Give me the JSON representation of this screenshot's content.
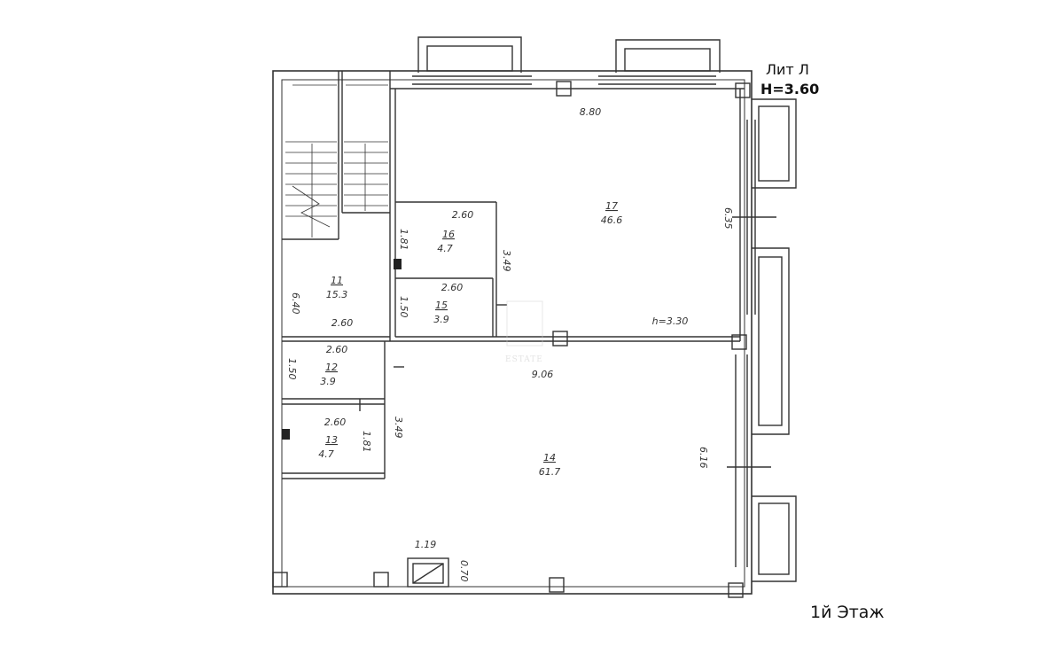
{
  "title": {
    "lit": "Лит Л",
    "height": "H=3.60"
  },
  "floor_label": "1й Этаж",
  "watermark": "ESTATE",
  "rooms": [
    {
      "id": "room-11",
      "number": "11",
      "area": "15.3"
    },
    {
      "id": "room-12",
      "number": "12",
      "area": "3.9"
    },
    {
      "id": "room-13",
      "number": "13",
      "area": "4.7"
    },
    {
      "id": "room-14",
      "number": "14",
      "area": "61.7"
    },
    {
      "id": "room-15",
      "number": "15",
      "area": "3.9"
    },
    {
      "id": "room-16",
      "number": "16",
      "area": "4.7"
    },
    {
      "id": "room-17",
      "number": "17",
      "area": "46.6"
    }
  ],
  "dimensions": {
    "top_width": "8.80",
    "right_upper": "6.35",
    "room16_width": "2.60",
    "room16_height": "1.81",
    "rooms1516_height": "3.49",
    "room15_width": "2.60",
    "room15_height": "1.50",
    "room11_height": "6.40",
    "room11_width": "2.60",
    "ceiling_height": "h=3.30",
    "room12_width": "2.60",
    "room12_height": "1.50",
    "mid_width": "9.06",
    "room13_width": "2.60",
    "rooms1213_height": "3.49",
    "room13_height": "1.81",
    "right_lower": "6.16",
    "shaft_width": "1.19",
    "shaft_depth": "0.70"
  }
}
